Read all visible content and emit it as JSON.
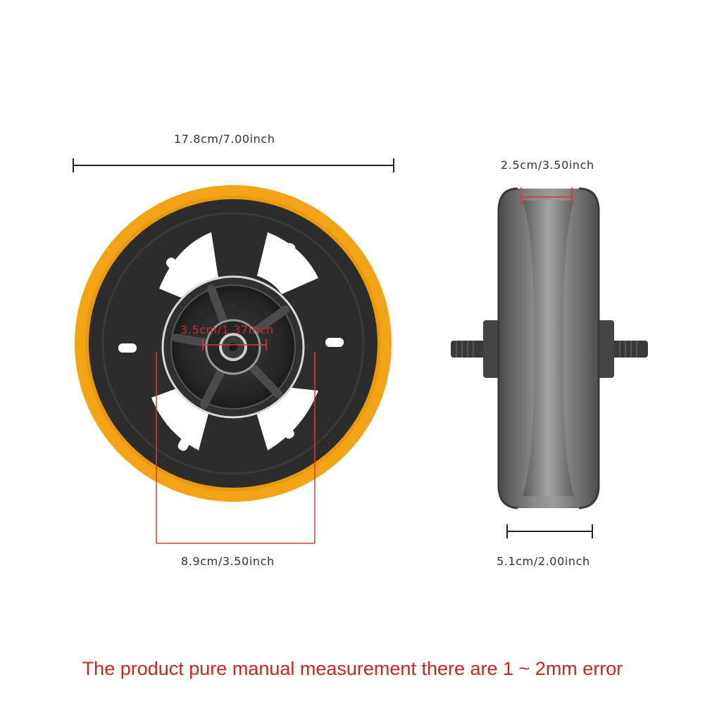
{
  "dimensions": {
    "overall_diameter": "17.8cm/7.00inch",
    "hub_diameter": "8.9cm/3.50inch",
    "bearing_diameter": "3.5cm/1.37inch",
    "rim_inner_width": "2.5cm/3.50inch",
    "overall_width": "5.1cm/2.00inch"
  },
  "caption": "The product pure manual measurement there are 1 ~ 2mm error",
  "colors": {
    "tire": "#f2a414",
    "wheel_body": "#2a2a2a",
    "rim_metal": "#6e6e6e",
    "measure_black": "#222222",
    "measure_red": "#d63a3a",
    "caption_red": "#c8281c"
  }
}
